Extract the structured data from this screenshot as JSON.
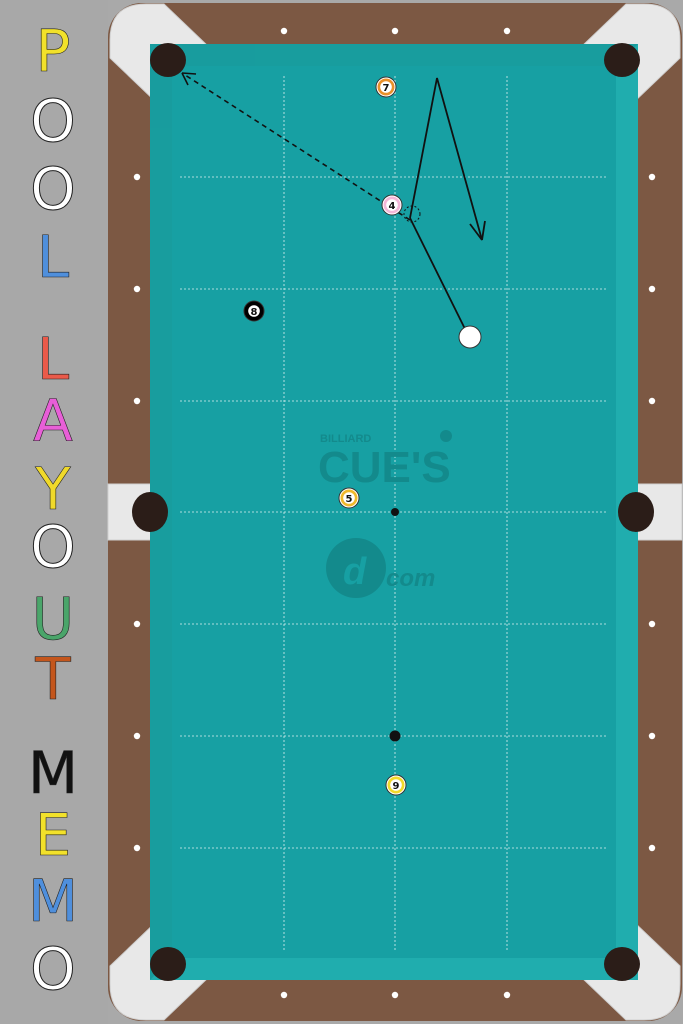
{
  "title_letters": [
    {
      "char": "P",
      "color": "#f2e12a"
    },
    {
      "char": "O",
      "color": "#ffffff"
    },
    {
      "char": "O",
      "color": "#ffffff"
    },
    {
      "char": "L",
      "color": "#4f8fdc"
    },
    {
      "char": "L",
      "color": "#ea5a4a"
    },
    {
      "char": "A",
      "color": "#e85fd7"
    },
    {
      "char": "Y",
      "color": "#f0d92a"
    },
    {
      "char": "O",
      "color": "#ffffff"
    },
    {
      "char": "U",
      "color": "#4aa56a"
    },
    {
      "char": "T",
      "color": "#c4561c"
    },
    {
      "char": "M",
      "color": "#111111"
    },
    {
      "char": "E",
      "color": "#f2e12a"
    },
    {
      "char": "M",
      "color": "#4f8fdc"
    },
    {
      "char": "O",
      "color": "#ffffff"
    }
  ],
  "colors": {
    "felt": "#17a0a3",
    "cushion": "#20adae",
    "rail": "#7c5843",
    "corner": "#e6e6e6",
    "pocket": "#2b1d18",
    "grid": "#ffffff",
    "logo": "#138a8c"
  },
  "logo": {
    "small": "BILLIARD",
    "main": "CUE'S",
    "sub": "com"
  },
  "balls": [
    {
      "label": "7",
      "type": "stripe",
      "color": "#e9902a",
      "icon": "ball-7"
    },
    {
      "label": "4",
      "type": "stripe",
      "color": "#f3b7d8",
      "icon": "ball-4"
    },
    {
      "label": "8",
      "type": "solid",
      "color": "#000000",
      "icon": "ball-8"
    },
    {
      "label": "5",
      "type": "stripe",
      "color": "#f0b82c",
      "icon": "ball-5"
    },
    {
      "label": "9",
      "type": "stripe",
      "color": "#f2d92a",
      "icon": "ball-9"
    },
    {
      "label": "",
      "type": "cue",
      "color": "#ffffff",
      "icon": "cue-ball"
    }
  ],
  "spots": [
    "center-spot",
    "foot-spot"
  ]
}
